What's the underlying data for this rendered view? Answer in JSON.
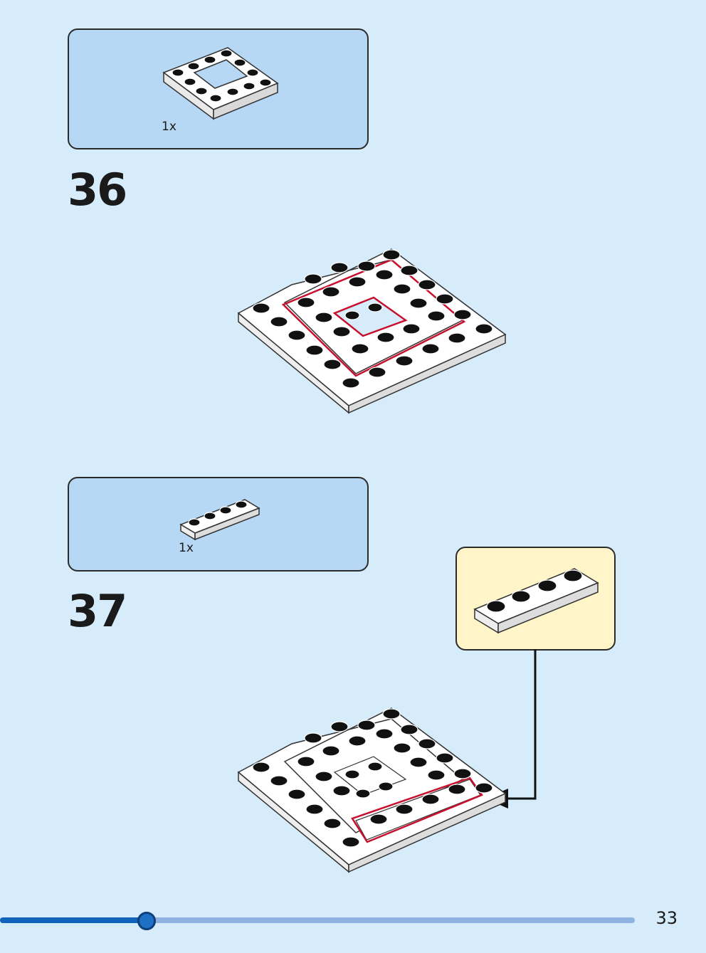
{
  "steps": [
    {
      "number": "36",
      "parts_quantity": "1x"
    },
    {
      "number": "37",
      "parts_quantity": "1x"
    }
  ],
  "progress": {
    "fraction": 0.23
  },
  "page_number": "33",
  "colors": {
    "background": "#d6ecfb",
    "parts_box": "#b6d8f5",
    "callout": "#fff5c8",
    "highlight": "#c8102e",
    "progress": "#1063b8"
  }
}
